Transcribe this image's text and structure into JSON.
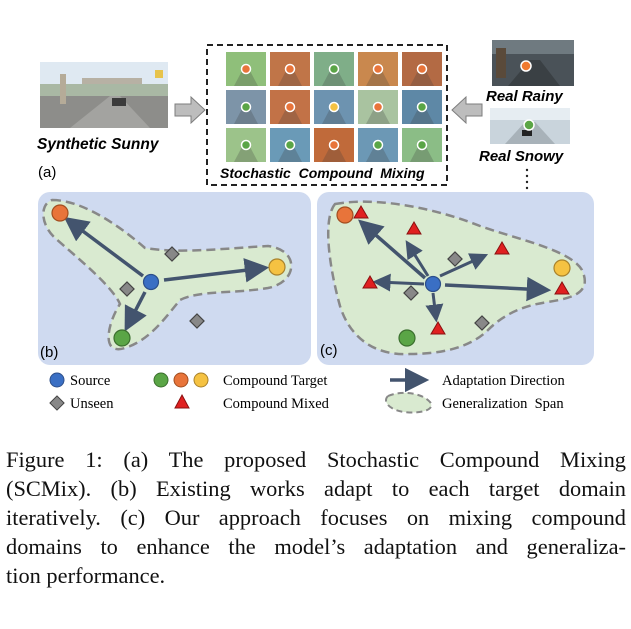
{
  "panel_a": {
    "label": "(a)",
    "synthetic_label": "Synthetic Sunny",
    "mixing_label": "Stochastic  Compound  Mixing",
    "real_rainy_label": "Real Rainy",
    "real_snowy_label": "Real Snowy"
  },
  "panel_b": {
    "label": "(b)"
  },
  "panel_c": {
    "label": "(c)"
  },
  "legend": {
    "source": "Source",
    "unseen": "Unseen",
    "compound_target": "Compound Target",
    "compound_mixed": "Compound Mixed",
    "adaptation_direction": "Adaptation Direction",
    "generalization_span": "Generalization  Span"
  },
  "colors": {
    "source": "#3a6fc4",
    "target_green": "#5aa546",
    "target_orange": "#e8743a",
    "target_yellow": "#f5c242",
    "mixed_red": "#e02020",
    "unseen_gray": "#888888",
    "arrow": "#43546e",
    "span_fill": "#d9ead0",
    "panel_bg": "#cfdaf0"
  },
  "caption": {
    "lines": [
      "Figure 1: (a) The proposed Stochastic Compound Mixing",
      "(SCMix). (b) Existing works adapt to each target domain",
      "iteratively. (c) Our approach focuses on mixing compound",
      "domains to enhance the model’s adaptation and generaliza-",
      "tion performance."
    ]
  }
}
